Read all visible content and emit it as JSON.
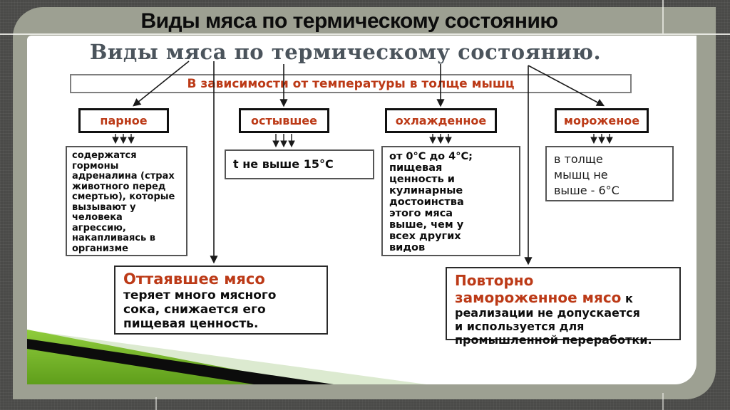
{
  "title_bar": {
    "text": "Виды мяса по термическому состоянию"
  },
  "slide": {
    "heading": "Виды мяса по термическому состоянию.",
    "condition": "В зависимости от температуры в толще мышц",
    "categories": [
      {
        "label": "парное",
        "description": "содержатся\nгормоны\nадреналина (страх\nживотного перед\nсмертью), которые\nвызывают у\nчеловека\nагрессию,\nнакапливаясь в\nорганизме"
      },
      {
        "label": "остывшее",
        "description": "t не выше 15°С"
      },
      {
        "label": "охлажденное",
        "description": "от 0°С до 4°С;\nпищевая\nценность и\nкулинарные\nдостоинства\nэтого мяса\nвыше, чем у\nвсех других\nвидов"
      },
      {
        "label": "мороженое",
        "description": "в толще\nмышц не\nвыше - 6°С"
      }
    ],
    "notes": [
      {
        "title": "Оттаявшее мясо",
        "text": "теряет много мясного\nсока, снижается его\nпищевая ценность."
      },
      {
        "title": "Повторно\nзамороженное мясо",
        "text": " к\nреализации не допускается\nи используется для\nпромышленной переработки."
      }
    ]
  },
  "colors": {
    "accent_red": "#bc3a17",
    "heading_gray": "#4b545c",
    "frame_olive": "#9da092",
    "outer_gray": "#4a4a48",
    "green_dark": "#74b62a",
    "green_pale": "#dcead0",
    "stripe_black": "#0c0c0c"
  }
}
